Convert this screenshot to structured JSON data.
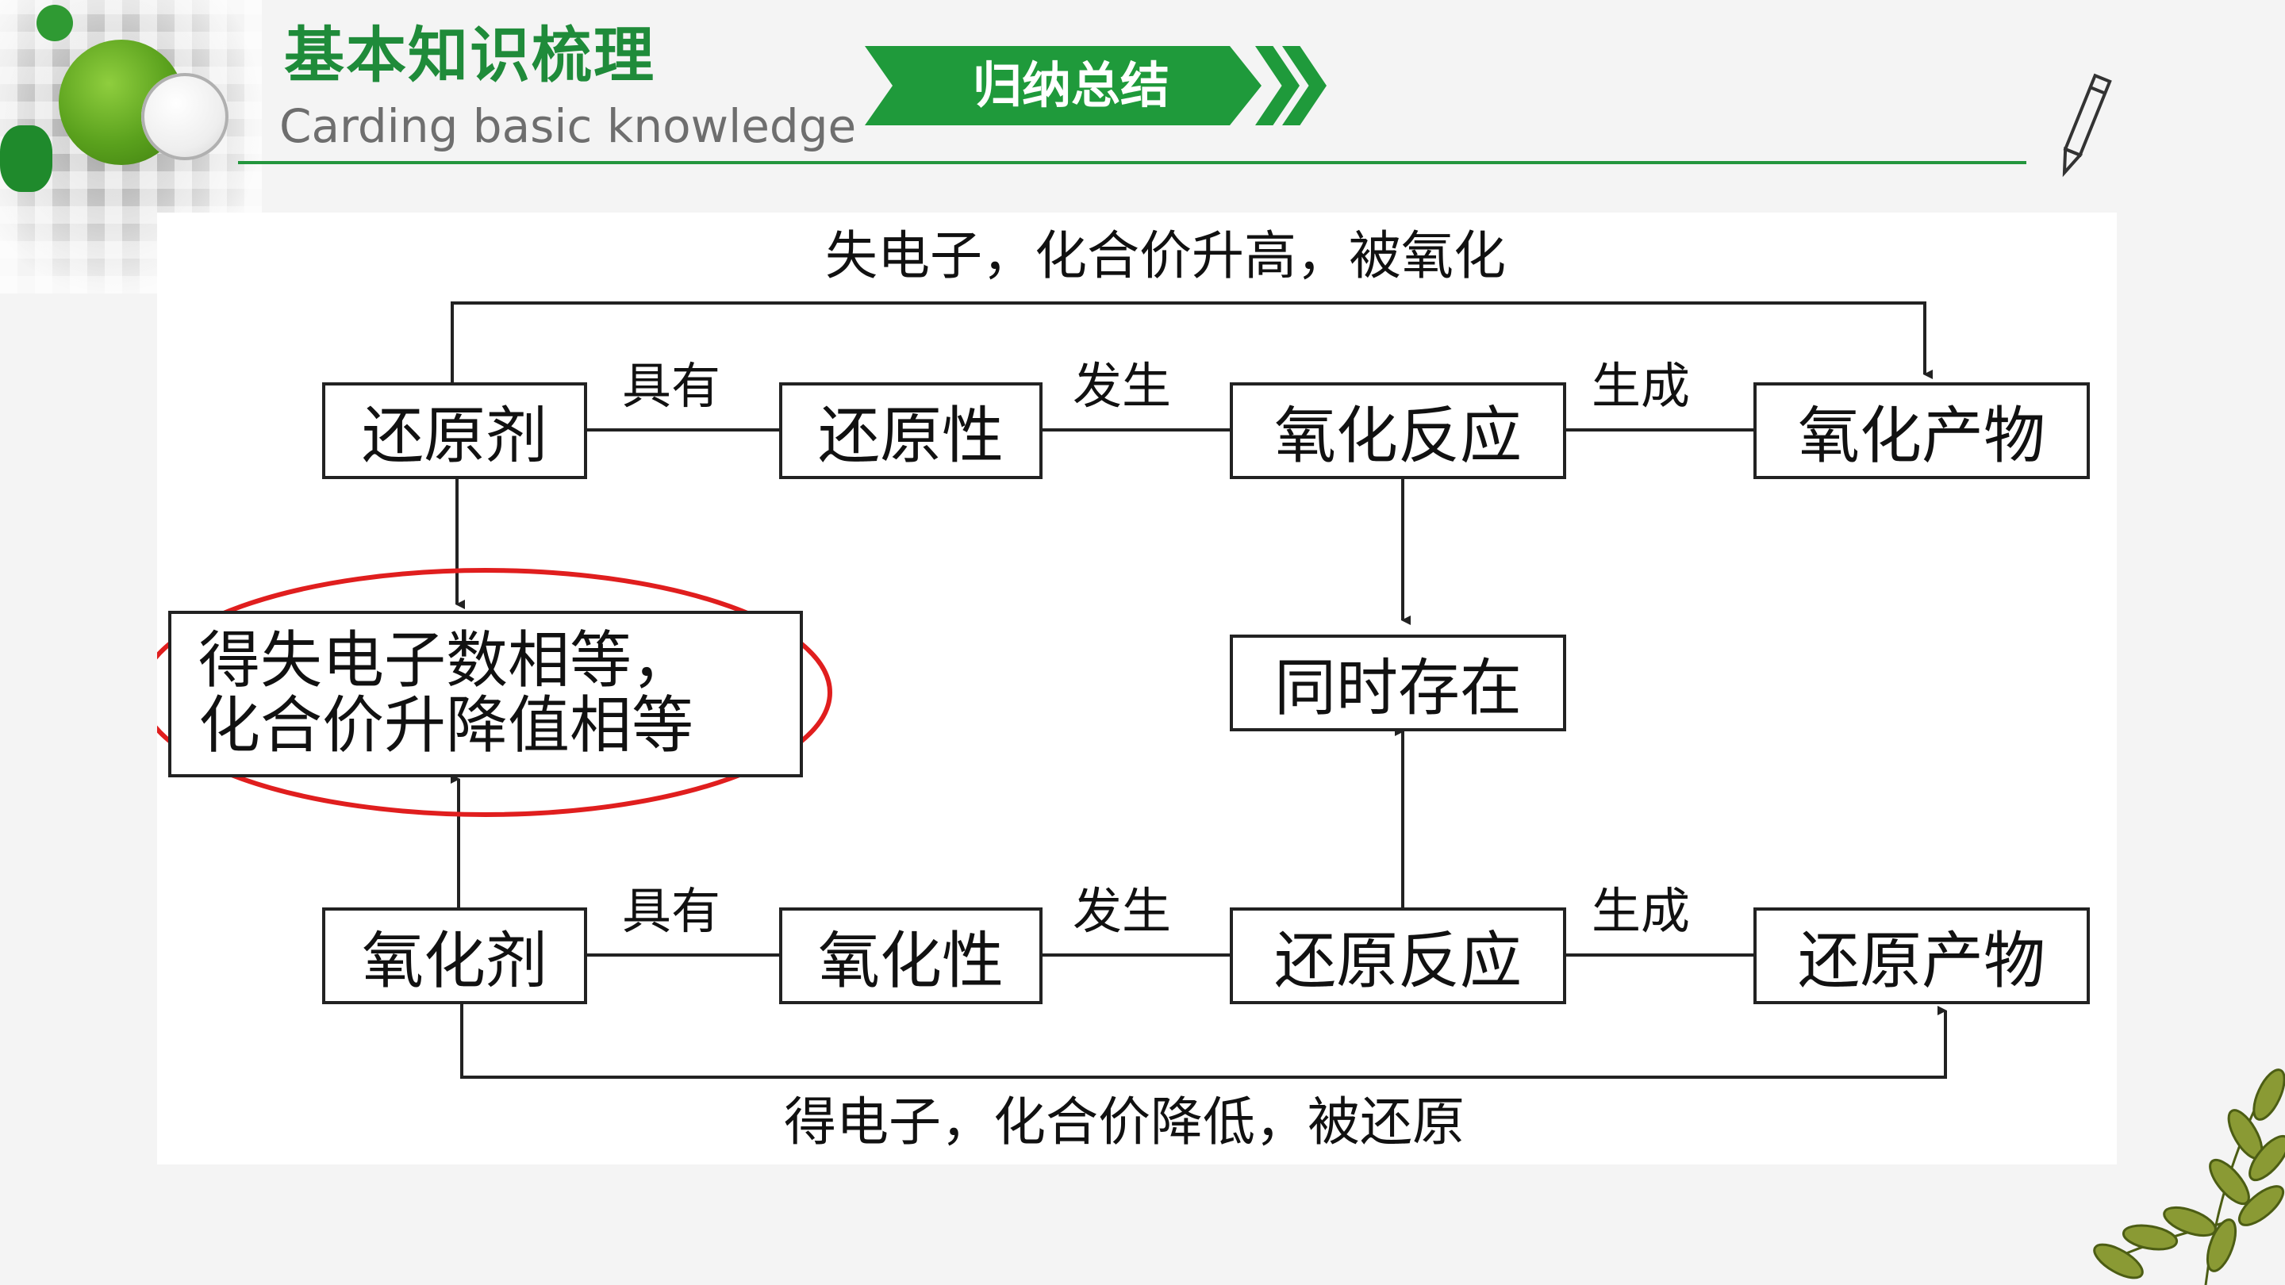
{
  "header": {
    "title_cn": "基本知识梳理",
    "title_en": "Carding basic knowledge",
    "banner_label": "归纳总结"
  },
  "diagram": {
    "top_arc_label": "失电子，化合价升高，被氧化",
    "bottom_arc_label": "得电子，化合价降低，被还原",
    "top_row": {
      "box1": "还原剂",
      "edge1": "具有",
      "box2": "还原性",
      "edge2": "发生",
      "box3": "氧化反应",
      "edge3": "生成",
      "box4": "氧化产物"
    },
    "bottom_row": {
      "box1": "氧化剂",
      "edge1": "具有",
      "box2": "氧化性",
      "edge2": "发生",
      "box3": "还原反应",
      "edge3": "生成",
      "box4": "还原产物"
    },
    "equal_box": {
      "line1": "得失电子数相等，",
      "line2": "化合价升降值相等"
    },
    "coexist_box": "同时存在",
    "highlight_color": "#e01e1e"
  }
}
